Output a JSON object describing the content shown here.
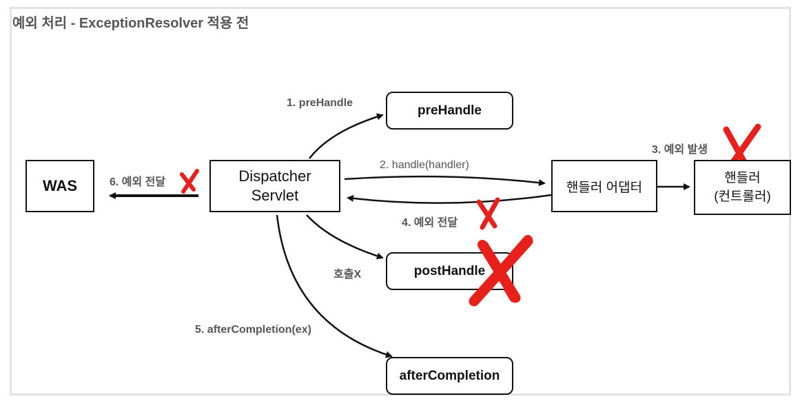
{
  "title": "예외 처리 - ExceptionResolver 적용 전",
  "nodes": {
    "was": "WAS",
    "dispatcher_line1": "Dispatcher",
    "dispatcher_line2": "Servlet",
    "prehandle": "preHandle",
    "adapter": "핸들러 어댑터",
    "handler_line1": "핸들러",
    "handler_line2": "(컨트롤러)",
    "posthandle": "postHandle",
    "aftercompletion": "afterCompletion"
  },
  "edges": {
    "step1": "1. preHandle",
    "step2": "2. handle(handler)",
    "step3": "3. 예외 발생",
    "step4": "4. 예외 전달",
    "step5": "5. afterCompletion(ex)",
    "step6": "6. 예외 전달",
    "no_call": "호출X"
  },
  "colors": {
    "cross": "#e8201c",
    "stroke": "#111111",
    "label": "#555555"
  },
  "icons": [
    "cross-mark-icon"
  ]
}
